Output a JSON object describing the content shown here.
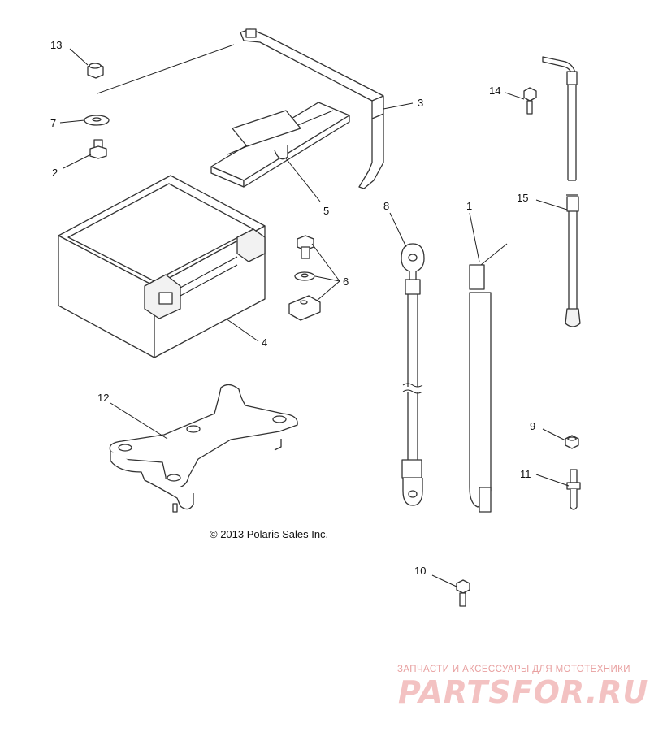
{
  "callouts": {
    "c1": "1",
    "c2": "2",
    "c3": "3",
    "c4": "4",
    "c5": "5",
    "c6": "6",
    "c7": "7",
    "c8": "8",
    "c9": "9",
    "c10": "10",
    "c11": "11",
    "c12": "12",
    "c13": "13",
    "c14": "14",
    "c15": "15"
  },
  "copyright": "© 2013 Polaris Sales Inc.",
  "watermark": {
    "tagline": "ЗАПЧАСТИ И АКСЕССУАРЫ ДЛЯ МОТОТЕХНИКИ",
    "logo": "PARTSFOR.RU",
    "color": "#e8a0a0"
  }
}
